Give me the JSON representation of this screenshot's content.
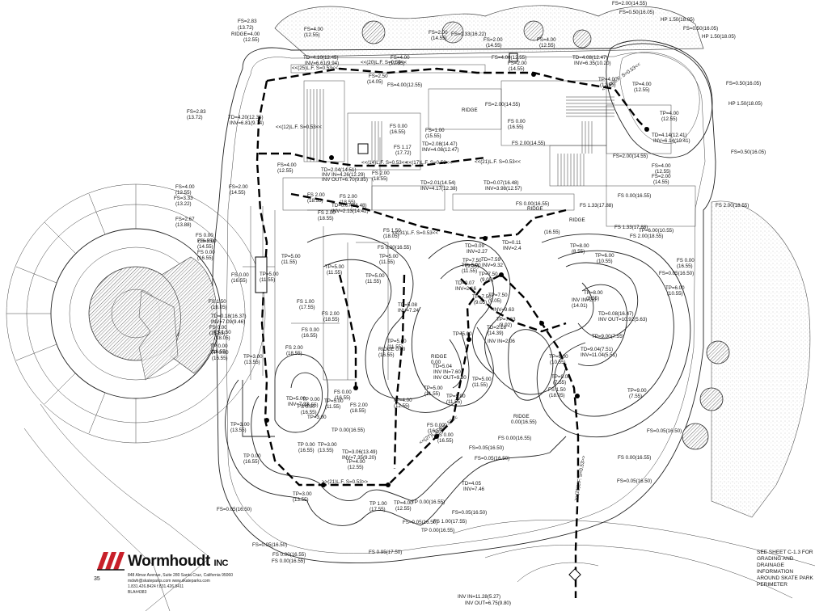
{
  "company": {
    "name": "Wormhoudt",
    "suffix": "INC",
    "address": "848 Almar Avenue, Suite 280 Santa Cruz, California 95060",
    "web": "mdwh@skateparks.com www.skateparks.com",
    "phone": "1.831.426.8424   f.831.426.8411",
    "license": "BLA#4383"
  },
  "page_number": "35",
  "sheet_note": "SEE SHEET C-1.3 FOR GRADING AND DRAINAGE INFORMATION AROUND SKATE PARK PERIMETER",
  "labels": [
    {
      "id": "l1",
      "text": "FS=2.00(14.55)"
    },
    {
      "id": "l2",
      "text": "FS=0.50(16.05)"
    },
    {
      "id": "l3",
      "text": "HP 1.50(18.05)"
    },
    {
      "id": "l4",
      "text": "FS=0.50(16.05)"
    },
    {
      "id": "l5",
      "text": "HP 1.50(18.05)"
    },
    {
      "id": "l6",
      "text": "FS=2.83"
    },
    {
      "id": "l7",
      "text": "(13.72)"
    },
    {
      "id": "l8",
      "text": "RIDGE=4.00"
    },
    {
      "id": "l9",
      "text": "(12.55)"
    },
    {
      "id": "l10",
      "text": "FS=4.00"
    },
    {
      "id": "l11",
      "text": "(12.55)"
    },
    {
      "id": "l12",
      "text": "FS=2.00"
    },
    {
      "id": "l13",
      "text": "(14.55)"
    },
    {
      "id": "l14",
      "text": "FS=0.33(16.22)"
    },
    {
      "id": "l15",
      "text": "FS=2.00"
    },
    {
      "id": "l16",
      "text": "(14.55)"
    },
    {
      "id": "l17",
      "text": "FS=4.00"
    },
    {
      "id": "l18",
      "text": "(12.55)"
    },
    {
      "id": "l19",
      "text": "TD=4.10(12.45)"
    },
    {
      "id": "l20",
      "text": "INV=6.61(9.94)"
    },
    {
      "id": "l21",
      "text": "FS=4.00"
    },
    {
      "id": "l22",
      "text": "(12.55)"
    },
    {
      "id": "l23",
      "text": "FS=4.00(12.55)"
    },
    {
      "id": "l24",
      "text": "FS=2.00"
    },
    {
      "id": "l25",
      "text": "(14.55)"
    },
    {
      "id": "l26",
      "text": "TD=4.08(12.47)"
    },
    {
      "id": "l27",
      "text": "INV=6.35(10.20)"
    },
    {
      "id": "l28",
      "text": "FS=2.50"
    },
    {
      "id": "l29",
      "text": "(14.05)"
    },
    {
      "id": "l30",
      "text": "FS=4.00(12.55)"
    },
    {
      "id": "l31",
      "text": "FS=2.83"
    },
    {
      "id": "l32",
      "text": "(13.72)"
    },
    {
      "id": "l33",
      "text": "TD=4.20(12.35)"
    },
    {
      "id": "l34",
      "text": "INV=6.81(9.74)"
    },
    {
      "id": "l35",
      "text": "FS=2.00(14.55)"
    },
    {
      "id": "l36",
      "text": "TP=4.00"
    },
    {
      "id": "l37",
      "text": "(12.55)"
    },
    {
      "id": "l38",
      "text": "TP=4.00"
    },
    {
      "id": "l39",
      "text": "(12.55)"
    },
    {
      "id": "l40",
      "text": "FS=0.50(16.05)"
    },
    {
      "id": "l41",
      "text": "HP 1.50(18.05)"
    },
    {
      "id": "l42",
      "text": "TD=4.14(12.41)"
    },
    {
      "id": "l43",
      "text": "INV=6.14(10.41)"
    },
    {
      "id": "l44",
      "text": "FS 0.00"
    },
    {
      "id": "l45",
      "text": "(16.55)"
    },
    {
      "id": "l46",
      "text": "FS=1.00"
    },
    {
      "id": "l47",
      "text": "(15.55)"
    },
    {
      "id": "l48",
      "text": "FS 0.00"
    },
    {
      "id": "l49",
      "text": "(16.55)"
    },
    {
      "id": "l50",
      "text": "FS 2.00(14.55)"
    },
    {
      "id": "l51",
      "text": "FS=2.00(14.55)"
    },
    {
      "id": "l52",
      "text": "FS=0.50(16.05)"
    },
    {
      "id": "l53",
      "text": "FS 1.17"
    },
    {
      "id": "l54",
      "text": "(17.72)"
    },
    {
      "id": "l55",
      "text": "TD=2.08(14.47)"
    },
    {
      "id": "l56",
      "text": "INV=4.08(12.47)"
    },
    {
      "id": "l57",
      "text": "FS=4.00"
    },
    {
      "id": "l58",
      "text": "(12.55)"
    },
    {
      "id": "l59",
      "text": "TD=2.04(14.51)"
    },
    {
      "id": "l60",
      "text": "INV IN=4.26(12.29)"
    },
    {
      "id": "l61",
      "text": "INV OUT=6.70(9.85)"
    },
    {
      "id": "l62",
      "text": "FS 2.00"
    },
    {
      "id": "l63",
      "text": "(18.55)"
    },
    {
      "id": "l64",
      "text": "TD=2.01(14.54)"
    },
    {
      "id": "l65",
      "text": "INV=4.17(12.38)"
    },
    {
      "id": "l66",
      "text": "TD=0.07(16.48)"
    },
    {
      "id": "l67",
      "text": "INV=3.98(12.57)"
    },
    {
      "id": "l68",
      "text": "FS=4.00"
    },
    {
      "id": "l69",
      "text": "(12.55)"
    },
    {
      "id": "l70",
      "text": "FS=2.00"
    },
    {
      "id": "l71",
      "text": "(14.55)"
    },
    {
      "id": "l72",
      "text": "FS=4.00"
    },
    {
      "id": "l73",
      "text": "(12.55)"
    },
    {
      "id": "l74",
      "text": "FS=2.00"
    },
    {
      "id": "l75",
      "text": "(14.55)"
    },
    {
      "id": "l76",
      "text": "FS=3.33"
    },
    {
      "id": "l77",
      "text": "(13.22)"
    },
    {
      "id": "l78",
      "text": "FS 2.00"
    },
    {
      "id": "l79",
      "text": "(18.55)"
    },
    {
      "id": "l80",
      "text": "FS 2.00"
    },
    {
      "id": "l81",
      "text": "(18.55)"
    },
    {
      "id": "l82",
      "text": "TD=0.07(16.48)"
    },
    {
      "id": "l83",
      "text": "INV=2.13(14.42)"
    },
    {
      "id": "l84",
      "text": "FS 0.00(16.55)"
    },
    {
      "id": "l85",
      "text": "FS 1.33(17.88)"
    },
    {
      "id": "l86",
      "text": "FS 0.00(16.55)"
    },
    {
      "id": "l87",
      "text": "FS 2.00(18.55)"
    },
    {
      "id": "l88",
      "text": "FS=2.67"
    },
    {
      "id": "l89",
      "text": "(13.88)"
    },
    {
      "id": "l90",
      "text": "FS 2.00"
    },
    {
      "id": "l91",
      "text": "(18.55)"
    },
    {
      "id": "l92",
      "text": "FS 1.33(17.88)"
    },
    {
      "id": "l93",
      "text": "TP=6.00(10.55)"
    },
    {
      "id": "l94",
      "text": "FS 2.00(18.55)"
    },
    {
      "id": "l95",
      "text": "FS 0.00"
    },
    {
      "id": "l96",
      "text": "(16.55)"
    },
    {
      "id": "l97",
      "text": "FS=2.00"
    },
    {
      "id": "l98",
      "text": "(14.55)"
    },
    {
      "id": "l99",
      "text": "FS 0.00"
    },
    {
      "id": "l100",
      "text": "(16.55)"
    },
    {
      "id": "l101",
      "text": "FS 1.50"
    },
    {
      "id": "l102",
      "text": "(18.05)"
    },
    {
      "id": "l103",
      "text": "TD=0.09"
    },
    {
      "id": "l104",
      "text": "INV=2.27"
    },
    {
      "id": "l105",
      "text": "TD=0.11"
    },
    {
      "id": "l106",
      "text": "INV=2.4"
    },
    {
      "id": "l107",
      "text": "FS 0.00(16.55)"
    },
    {
      "id": "l108",
      "text": "TP=5.00"
    },
    {
      "id": "l109",
      "text": "(11.55)"
    },
    {
      "id": "l110",
      "text": "TP=5.00"
    },
    {
      "id": "l111",
      "text": "(11.55)"
    },
    {
      "id": "l112",
      "text": "TP=7.50"
    },
    {
      "id": "l113",
      "text": "(9.05)"
    },
    {
      "id": "l114",
      "text": "TD=7.59"
    },
    {
      "id": "l115",
      "text": "INV=9.32"
    },
    {
      "id": "l116",
      "text": "TP=7.50"
    },
    {
      "id": "l117",
      "text": "(9.05)"
    },
    {
      "id": "l118",
      "text": "TP=8.00"
    },
    {
      "id": "l119",
      "text": "(8.55)"
    },
    {
      "id": "l120",
      "text": "TP=6.00"
    },
    {
      "id": "l121",
      "text": "(10.55)"
    },
    {
      "id": "l122",
      "text": "FS 0.00"
    },
    {
      "id": "l123",
      "text": "(16.55)"
    },
    {
      "id": "l124",
      "text": "TP=5.00"
    },
    {
      "id": "l125",
      "text": "(11.55)"
    },
    {
      "id": "l126",
      "text": "FS 0.00"
    },
    {
      "id": "l127",
      "text": "(16.55)"
    },
    {
      "id": "l128",
      "text": "TD=0.07"
    },
    {
      "id": "l129",
      "text": "INV=2.16"
    },
    {
      "id": "l130",
      "text": "TP=7.50"
    },
    {
      "id": "l131",
      "text": "(9.05)"
    },
    {
      "id": "l132",
      "text": "TP=8.00"
    },
    {
      "id": "l133",
      "text": "(8.55)"
    },
    {
      "id": "l134",
      "text": "FS=0.05(16.50)"
    },
    {
      "id": "l135",
      "text": "FS 1.50"
    },
    {
      "id": "l136",
      "text": "(18.05)"
    },
    {
      "id": "l137",
      "text": "FS 1.00"
    },
    {
      "id": "l138",
      "text": "(17.55)"
    },
    {
      "id": "l139",
      "text": "TD=5.08"
    },
    {
      "id": "l140",
      "text": "INV=7.24"
    },
    {
      "id": "l141",
      "text": "INV=9.63"
    },
    {
      "id": "l142",
      "text": "TP=6.00"
    },
    {
      "id": "l143",
      "text": "(10.55)"
    },
    {
      "id": "l144",
      "text": "FS 2.00"
    },
    {
      "id": "l145",
      "text": "(18.55)"
    },
    {
      "id": "l146",
      "text": "TD=0.18(16.37)"
    },
    {
      "id": "l147",
      "text": "INV=7.09(9.46)"
    },
    {
      "id": "l148",
      "text": "TP=7.63"
    },
    {
      "id": "l149",
      "text": "(8.92)"
    },
    {
      "id": "l150",
      "text": "INV IN=2.0"
    },
    {
      "id": "l151",
      "text": "(14.01)"
    },
    {
      "id": "l152",
      "text": "TD=0.08(16.47)"
    },
    {
      "id": "l153",
      "text": "INV OUT=10.92(5.63)"
    },
    {
      "id": "l154",
      "text": "FS 0.00"
    },
    {
      "id": "l155",
      "text": "(16.55)"
    },
    {
      "id": "l156",
      "text": "FS 1.50"
    },
    {
      "id": "l157",
      "text": "(18.05)"
    },
    {
      "id": "l158",
      "text": "TP=5.00"
    },
    {
      "id": "l159",
      "text": "TD=2.16"
    },
    {
      "id": "l160",
      "text": "(14.39)"
    },
    {
      "id": "l161",
      "text": "INV IN=2.06"
    },
    {
      "id": "l162",
      "text": "TP 0.00"
    },
    {
      "id": "l163",
      "text": "(16.55)"
    },
    {
      "id": "l164",
      "text": "FS 2.00"
    },
    {
      "id": "l165",
      "text": "(18.55)"
    },
    {
      "id": "l166",
      "text": "TP=5.00"
    },
    {
      "id": "l167",
      "text": "(11.55)"
    },
    {
      "id": "l168",
      "text": "TP=9.00(7.55)"
    },
    {
      "id": "l169",
      "text": "FS 0.00"
    },
    {
      "id": "l170",
      "text": "(16.55)"
    },
    {
      "id": "l171",
      "text": "RIDGE 0.00"
    },
    {
      "id": "l172",
      "text": "(16.55)"
    },
    {
      "id": "l173",
      "text": "RIDGE"
    },
    {
      "id": "l174",
      "text": "0.00"
    },
    {
      "id": "l175",
      "text": "TP=6.00"
    },
    {
      "id": "l176",
      "text": "(10.55)"
    },
    {
      "id": "l177",
      "text": "TD=9.04(7.51)"
    },
    {
      "id": "l178",
      "text": "INV=11.04(5.51)"
    },
    {
      "id": "l179",
      "text": "TP=3.00"
    },
    {
      "id": "l180",
      "text": "(13.55)"
    },
    {
      "id": "l181",
      "text": "TP 0.00"
    },
    {
      "id": "l182",
      "text": "(16.55)"
    },
    {
      "id": "l183",
      "text": "TD=5.00"
    },
    {
      "id": "l184",
      "text": "INV=7.23"
    },
    {
      "id": "l185",
      "text": "FS 0.00"
    },
    {
      "id": "l186",
      "text": "(16.55)"
    },
    {
      "id": "l187",
      "text": "TP=5.00"
    },
    {
      "id": "l188",
      "text": "(11.55)"
    },
    {
      "id": "l189",
      "text": "TP=5.00"
    },
    {
      "id": "l190",
      "text": "(11.55)"
    },
    {
      "id": "l191",
      "text": "TD=5.04"
    },
    {
      "id": "l192",
      "text": "INV IN=7.60"
    },
    {
      "id": "l193",
      "text": "INV OUT=9.30"
    },
    {
      "id": "l194",
      "text": "FS 1.50"
    },
    {
      "id": "l195",
      "text": "(18.05)"
    },
    {
      "id": "l196",
      "text": "TP=9.00"
    },
    {
      "id": "l197",
      "text": "(7.55)"
    },
    {
      "id": "l198",
      "text": "TP=3.00"
    },
    {
      "id": "l199",
      "text": "(13.55)"
    },
    {
      "id": "l200",
      "text": "TP=5.00"
    },
    {
      "id": "l201",
      "text": "(11.55)"
    },
    {
      "id": "l202",
      "text": "TP=4.00"
    },
    {
      "id": "l203",
      "text": "(12.55)"
    },
    {
      "id": "l204",
      "text": "TP=5.00"
    },
    {
      "id": "l205",
      "text": "(11.55)"
    },
    {
      "id": "l206",
      "text": "TP=9.00"
    },
    {
      "id": "l207",
      "text": "(7.55)"
    },
    {
      "id": "l208",
      "text": "RIDGE"
    },
    {
      "id": "l209",
      "text": "0.00(16.55)"
    },
    {
      "id": "l210",
      "text": "TP=3.00"
    },
    {
      "id": "l211",
      "text": "TP 0.00(16.55)"
    },
    {
      "id": "l212",
      "text": "FS 0.00"
    },
    {
      "id": "l213",
      "text": "(16.55)"
    },
    {
      "id": "l214",
      "text": "FS=0.05(16.50)"
    },
    {
      "id": "l215",
      "text": "TP 0.00"
    },
    {
      "id": "l216",
      "text": "(16.55)"
    },
    {
      "id": "l217",
      "text": "TP=3.00"
    },
    {
      "id": "l218",
      "text": "(13.55)"
    },
    {
      "id": "l219",
      "text": "TD=3.06(13.49)"
    },
    {
      "id": "l220",
      "text": "INV=7.35(9.20)"
    },
    {
      "id": "l221",
      "text": "TP=4.00"
    },
    {
      "id": "l222",
      "text": "(12.55)"
    },
    {
      "id": "l223",
      "text": "FS=0.05(16.50)"
    },
    {
      "id": "l224",
      "text": "FS 0.00(16.55)"
    },
    {
      "id": "l225",
      "text": "FS=0.05(16.50)"
    },
    {
      "id": "l226",
      "text": "TD=4.05"
    },
    {
      "id": "l227",
      "text": "INV=7.46"
    },
    {
      "id": "l228",
      "text": "TP=4.00"
    },
    {
      "id": "l229",
      "text": "(12.55)"
    },
    {
      "id": "l230",
      "text": "TP 1.00"
    },
    {
      "id": "l231",
      "text": "(17.55)"
    },
    {
      "id": "l232",
      "text": "TP 0.00(16.55)"
    },
    {
      "id": "l233",
      "text": "FS=0.05(16.50)"
    },
    {
      "id": "l234",
      "text": "FS=0.05(16.50)"
    },
    {
      "id": "l235",
      "text": "TP=3.00"
    },
    {
      "id": "l236",
      "text": "(13.55)"
    },
    {
      "id": "l237",
      "text": "FS 1.00(17.55)"
    },
    {
      "id": "l238",
      "text": "FS=0.05(16.50)"
    },
    {
      "id": "l239",
      "text": "TP 0.00(16.55)"
    },
    {
      "id": "l240",
      "text": "FS 0.95(17.50)"
    },
    {
      "id": "l241",
      "text": "FS 0.00(16.55)"
    },
    {
      "id": "l242",
      "text": "FS=0.05(16.50)"
    },
    {
      "id": "l243",
      "text": "INV IN=11.28(5.27)"
    },
    {
      "id": "l244",
      "text": "INV OUT=6.75(9.80)"
    },
    {
      "id": "l245",
      "text": "FS=0.05(16.50)"
    },
    {
      "id": "l246",
      "text": "FS 0.00(16.55)"
    },
    {
      "id": "l247",
      "text": "RIDGE"
    },
    {
      "id": "l248",
      "text": "RIDGE"
    },
    {
      "id": "l249",
      "text": "TP=5.00"
    },
    {
      "id": "l250",
      "text": "(11.55)"
    },
    {
      "id": "l251",
      "text": "TP=5.00"
    },
    {
      "id": "l252",
      "text": "(11.55)"
    },
    {
      "id": "l253",
      "text": "FS 0.00"
    },
    {
      "id": "l254",
      "text": "(16.55)"
    },
    {
      "id": "l255",
      "text": "FS 2.00"
    },
    {
      "id": "l256",
      "text": "(18.55)"
    },
    {
      "id": "l257",
      "text": "FS 0.00"
    },
    {
      "id": "l258",
      "text": "(16.55)"
    },
    {
      "id": "l259",
      "text": "TP 0.00"
    },
    {
      "id": "l260",
      "text": "(16.55)"
    },
    {
      "id": "l261",
      "text": "TP 0.00"
    },
    {
      "id": "l262",
      "text": "(16.55)"
    },
    {
      "id": "l263",
      "text": "FS 0.00(16.55)"
    },
    {
      "id": "l264",
      "text": "RIDGE"
    },
    {
      "id": "l265",
      "text": "(16.55)"
    },
    {
      "id": "l266",
      "text": "TP=7.50"
    },
    {
      "id": "l267",
      "text": "(9.05)"
    },
    {
      "id": "l268",
      "text": "TP=5.00"
    },
    {
      "id": "l269",
      "text": "(11.55)"
    },
    {
      "id": "l270",
      "text": "TP=4.00"
    },
    {
      "id": "l271",
      "text": "(12.55)"
    }
  ],
  "pipe_tags": [
    {
      "id": "p1",
      "text": "<<(25)L.F. S=0.53<<"
    },
    {
      "id": "p2",
      "text": "<<(12)L.F. S=0.53<<"
    },
    {
      "id": "p3",
      "text": "<<(20)L.F. S=0.53<<"
    },
    {
      "id": "p4",
      "text": "<<(14)L.F. S=0.53<<"
    },
    {
      "id": "p5",
      "text": "<<(17)L.F. S=0.53<<"
    },
    {
      "id": "p6",
      "text": "<<(21)L.F. S=0.53<<"
    },
    {
      "id": "p7",
      "text": "<<(44)L.F. S=0.53<<"
    },
    {
      "id": "p8",
      "text": "<<(31)L.F. S=0.53<<"
    },
    {
      "id": "p9",
      "text": "<<(27)L.F. S=0.53<<"
    },
    {
      "id": "p10",
      "text": ">>(21)L.F. S=0.53>>"
    },
    {
      "id": "p11",
      "text": ">>(21)L.F. S=0.53>>"
    }
  ]
}
